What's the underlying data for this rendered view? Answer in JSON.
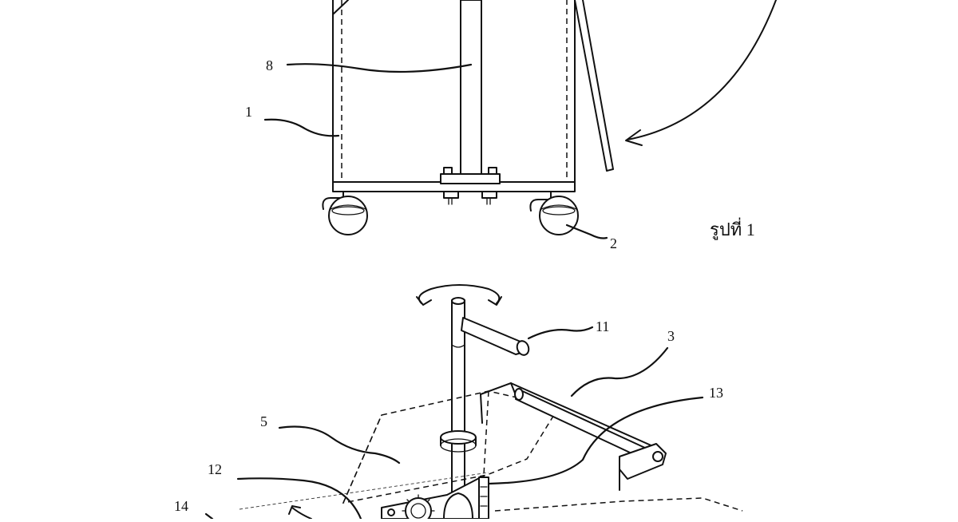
{
  "figure1": {
    "caption": "รูปที่ 1",
    "callouts": {
      "cabinet": "1",
      "caster": "2",
      "pole": "8"
    }
  },
  "figure2": {
    "callouts": {
      "arm": "3",
      "panel": "5",
      "handle": "11",
      "gear_unit": "12",
      "hinge_rod": "13",
      "pivot_arrow": "14"
    }
  }
}
